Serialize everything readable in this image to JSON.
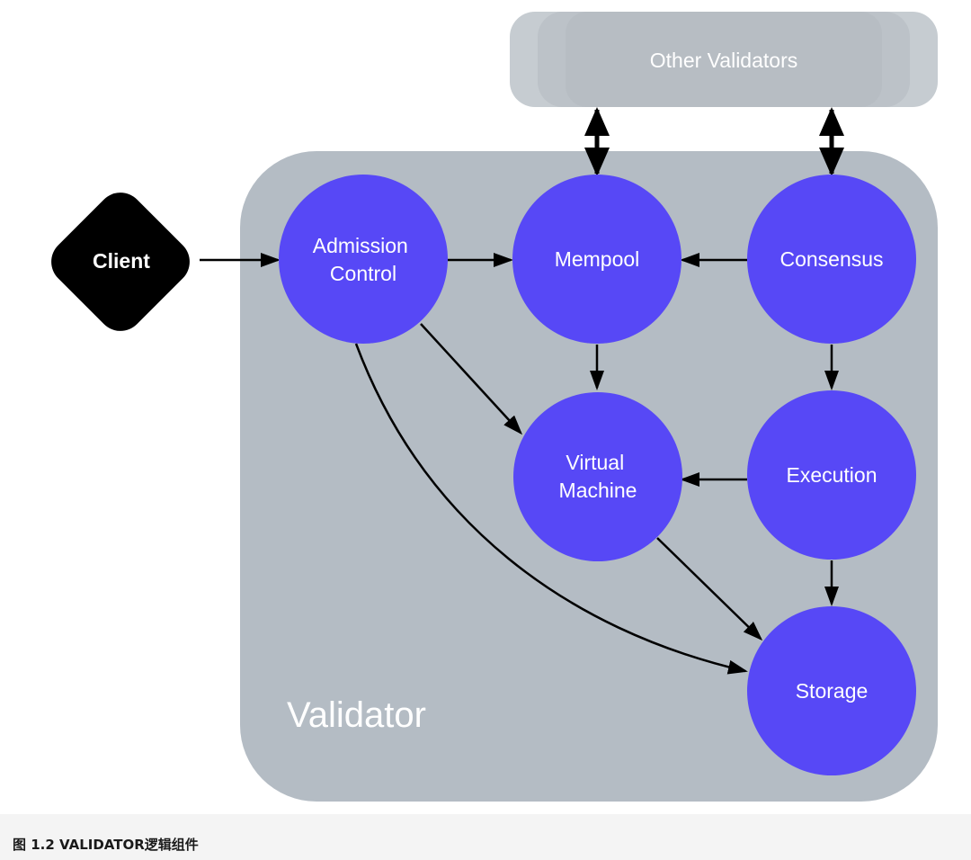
{
  "colors": {
    "validator_panel": "#b4bcc4",
    "other_validators_panel": "#bcc3c9",
    "component": "#5748f6",
    "client": "#000000",
    "arrow": "#000000",
    "component_text": "#ffffff"
  },
  "other_validators": {
    "label": "Other Validators"
  },
  "validator": {
    "label": "Validator"
  },
  "client": {
    "label": "Client"
  },
  "components": {
    "admission_control": {
      "lines": [
        "Admission",
        "Control"
      ]
    },
    "mempool": {
      "lines": [
        "Mempool"
      ]
    },
    "consensus": {
      "lines": [
        "Consensus"
      ]
    },
    "virtual_machine": {
      "lines": [
        "Virtual",
        "Machine"
      ]
    },
    "execution": {
      "lines": [
        "Execution"
      ]
    },
    "storage": {
      "lines": [
        "Storage"
      ]
    }
  },
  "caption": "图 1.2 VALIDATOR逻辑组件"
}
